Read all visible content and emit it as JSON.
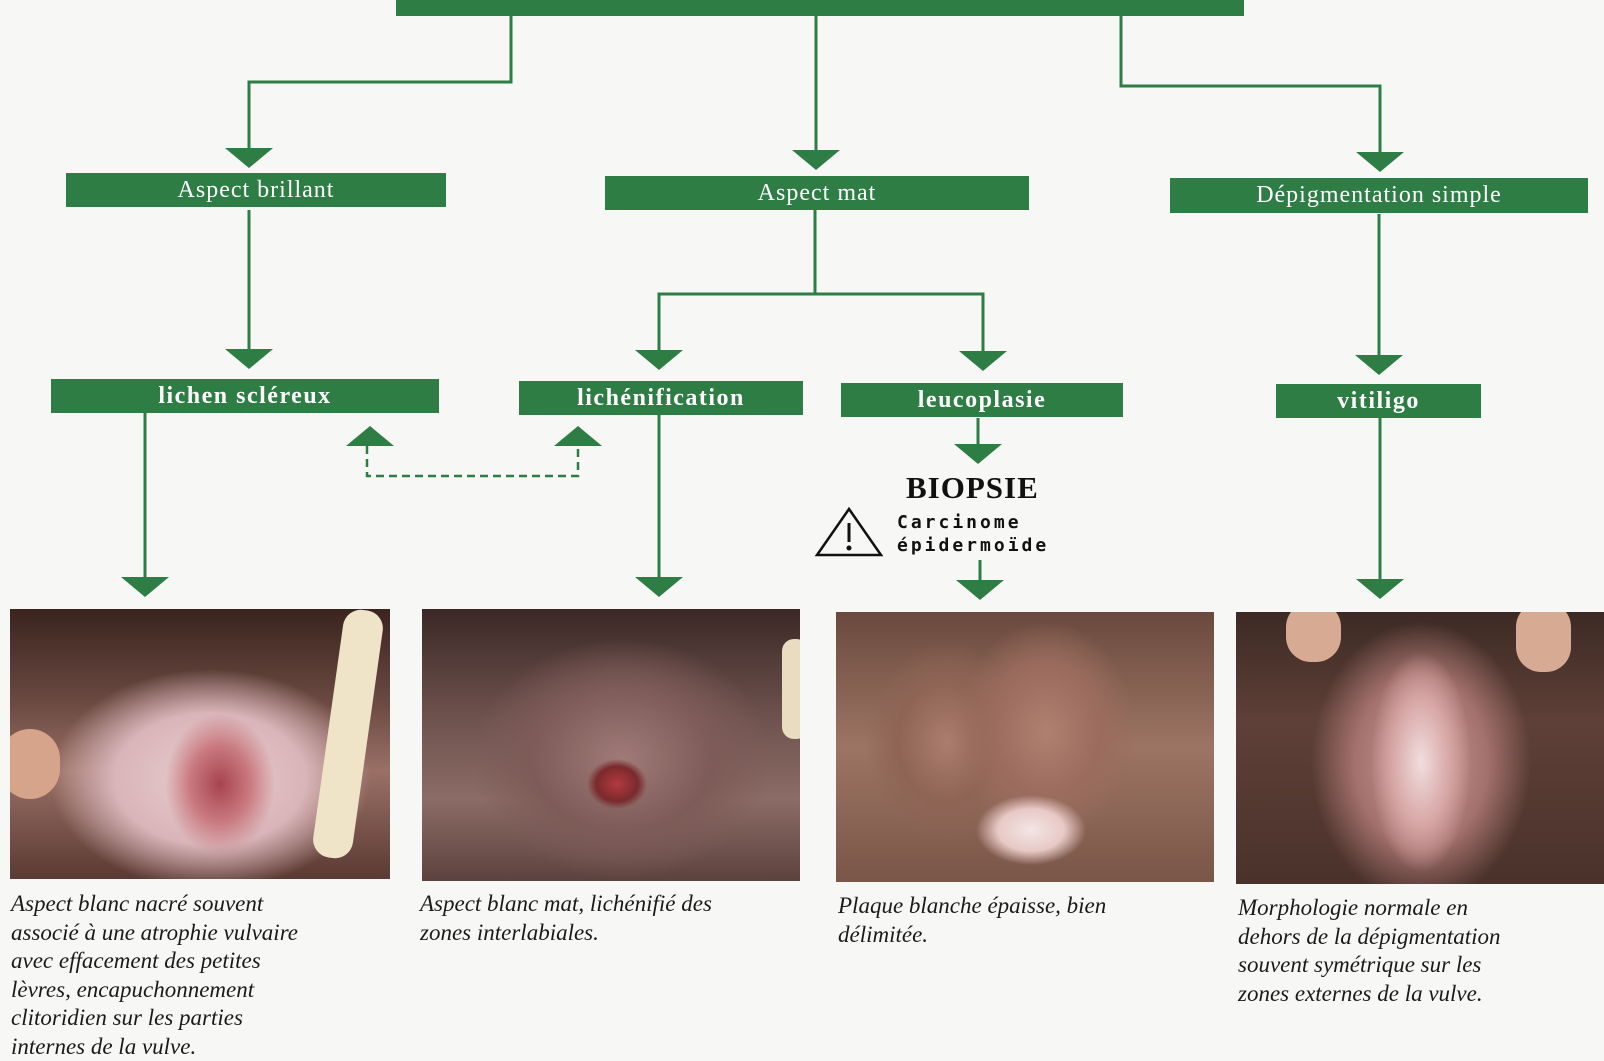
{
  "colors": {
    "green": "#2e7d45",
    "background": "#f7f8f5"
  },
  "boxes": {
    "aspect_brillant": "Aspect brillant",
    "aspect_mat": "Aspect mat",
    "depigmentation": "Dépigmentation simple",
    "lichen": "lichen scléreux",
    "lichenification": "lichénification",
    "leucoplasie": "leucoplasie",
    "vitiligo": "vitiligo"
  },
  "biopsy": {
    "title": "BIOPSIE",
    "line1": "Carcinome",
    "line2": "épidermoïde",
    "icon": "warning-icon"
  },
  "captions": [
    [
      "Aspect blanc nacré souvent",
      "associé à une atrophie vulvaire",
      "avec effacement des petites",
      "lèvres, encapuchonnement",
      "clitoridien sur les parties",
      "internes de la vulve."
    ],
    [
      "Aspect blanc mat, lichénifié des",
      "zones interlabiales."
    ],
    [
      "Plaque blanche épaisse, bien",
      "délimitée."
    ],
    [
      "Morphologie normale en",
      "dehors de la dépigmentation",
      "souvent symétrique sur les",
      "zones externes de la vulve."
    ]
  ]
}
